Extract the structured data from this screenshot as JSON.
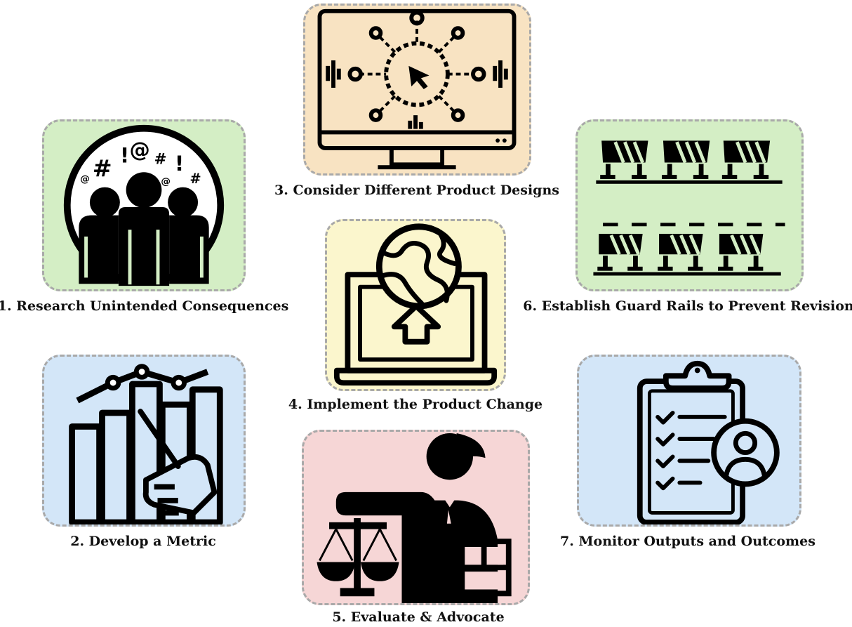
{
  "steps": [
    {
      "label": "1. Research Unintended Consequences",
      "icon": "crowd-icon",
      "color": "#d4eec5"
    },
    {
      "label": "2. Develop a Metric",
      "icon": "metric-chart-icon",
      "color": "#d3e6f8"
    },
    {
      "label": "3. Consider Different Product Designs",
      "icon": "monitor-design-icon",
      "color": "#f8e3c2"
    },
    {
      "label": "4. Implement the Product Change",
      "icon": "laptop-globe-icon",
      "color": "#fbf6cd"
    },
    {
      "label": "5. Evaluate & Advocate",
      "icon": "advocate-scales-icon",
      "color": "#f6d6d6"
    },
    {
      "label": "6. Establish Guard Rails to Prevent Revision",
      "icon": "guard-rails-icon",
      "color": "#d4eec5"
    },
    {
      "label": "7. Monitor Outputs and Outcomes",
      "icon": "clipboard-user-icon",
      "color": "#d3e6f8"
    }
  ],
  "crowd_symbols": [
    "@",
    "#",
    "!",
    "@",
    "#",
    "@",
    "!",
    "#"
  ]
}
